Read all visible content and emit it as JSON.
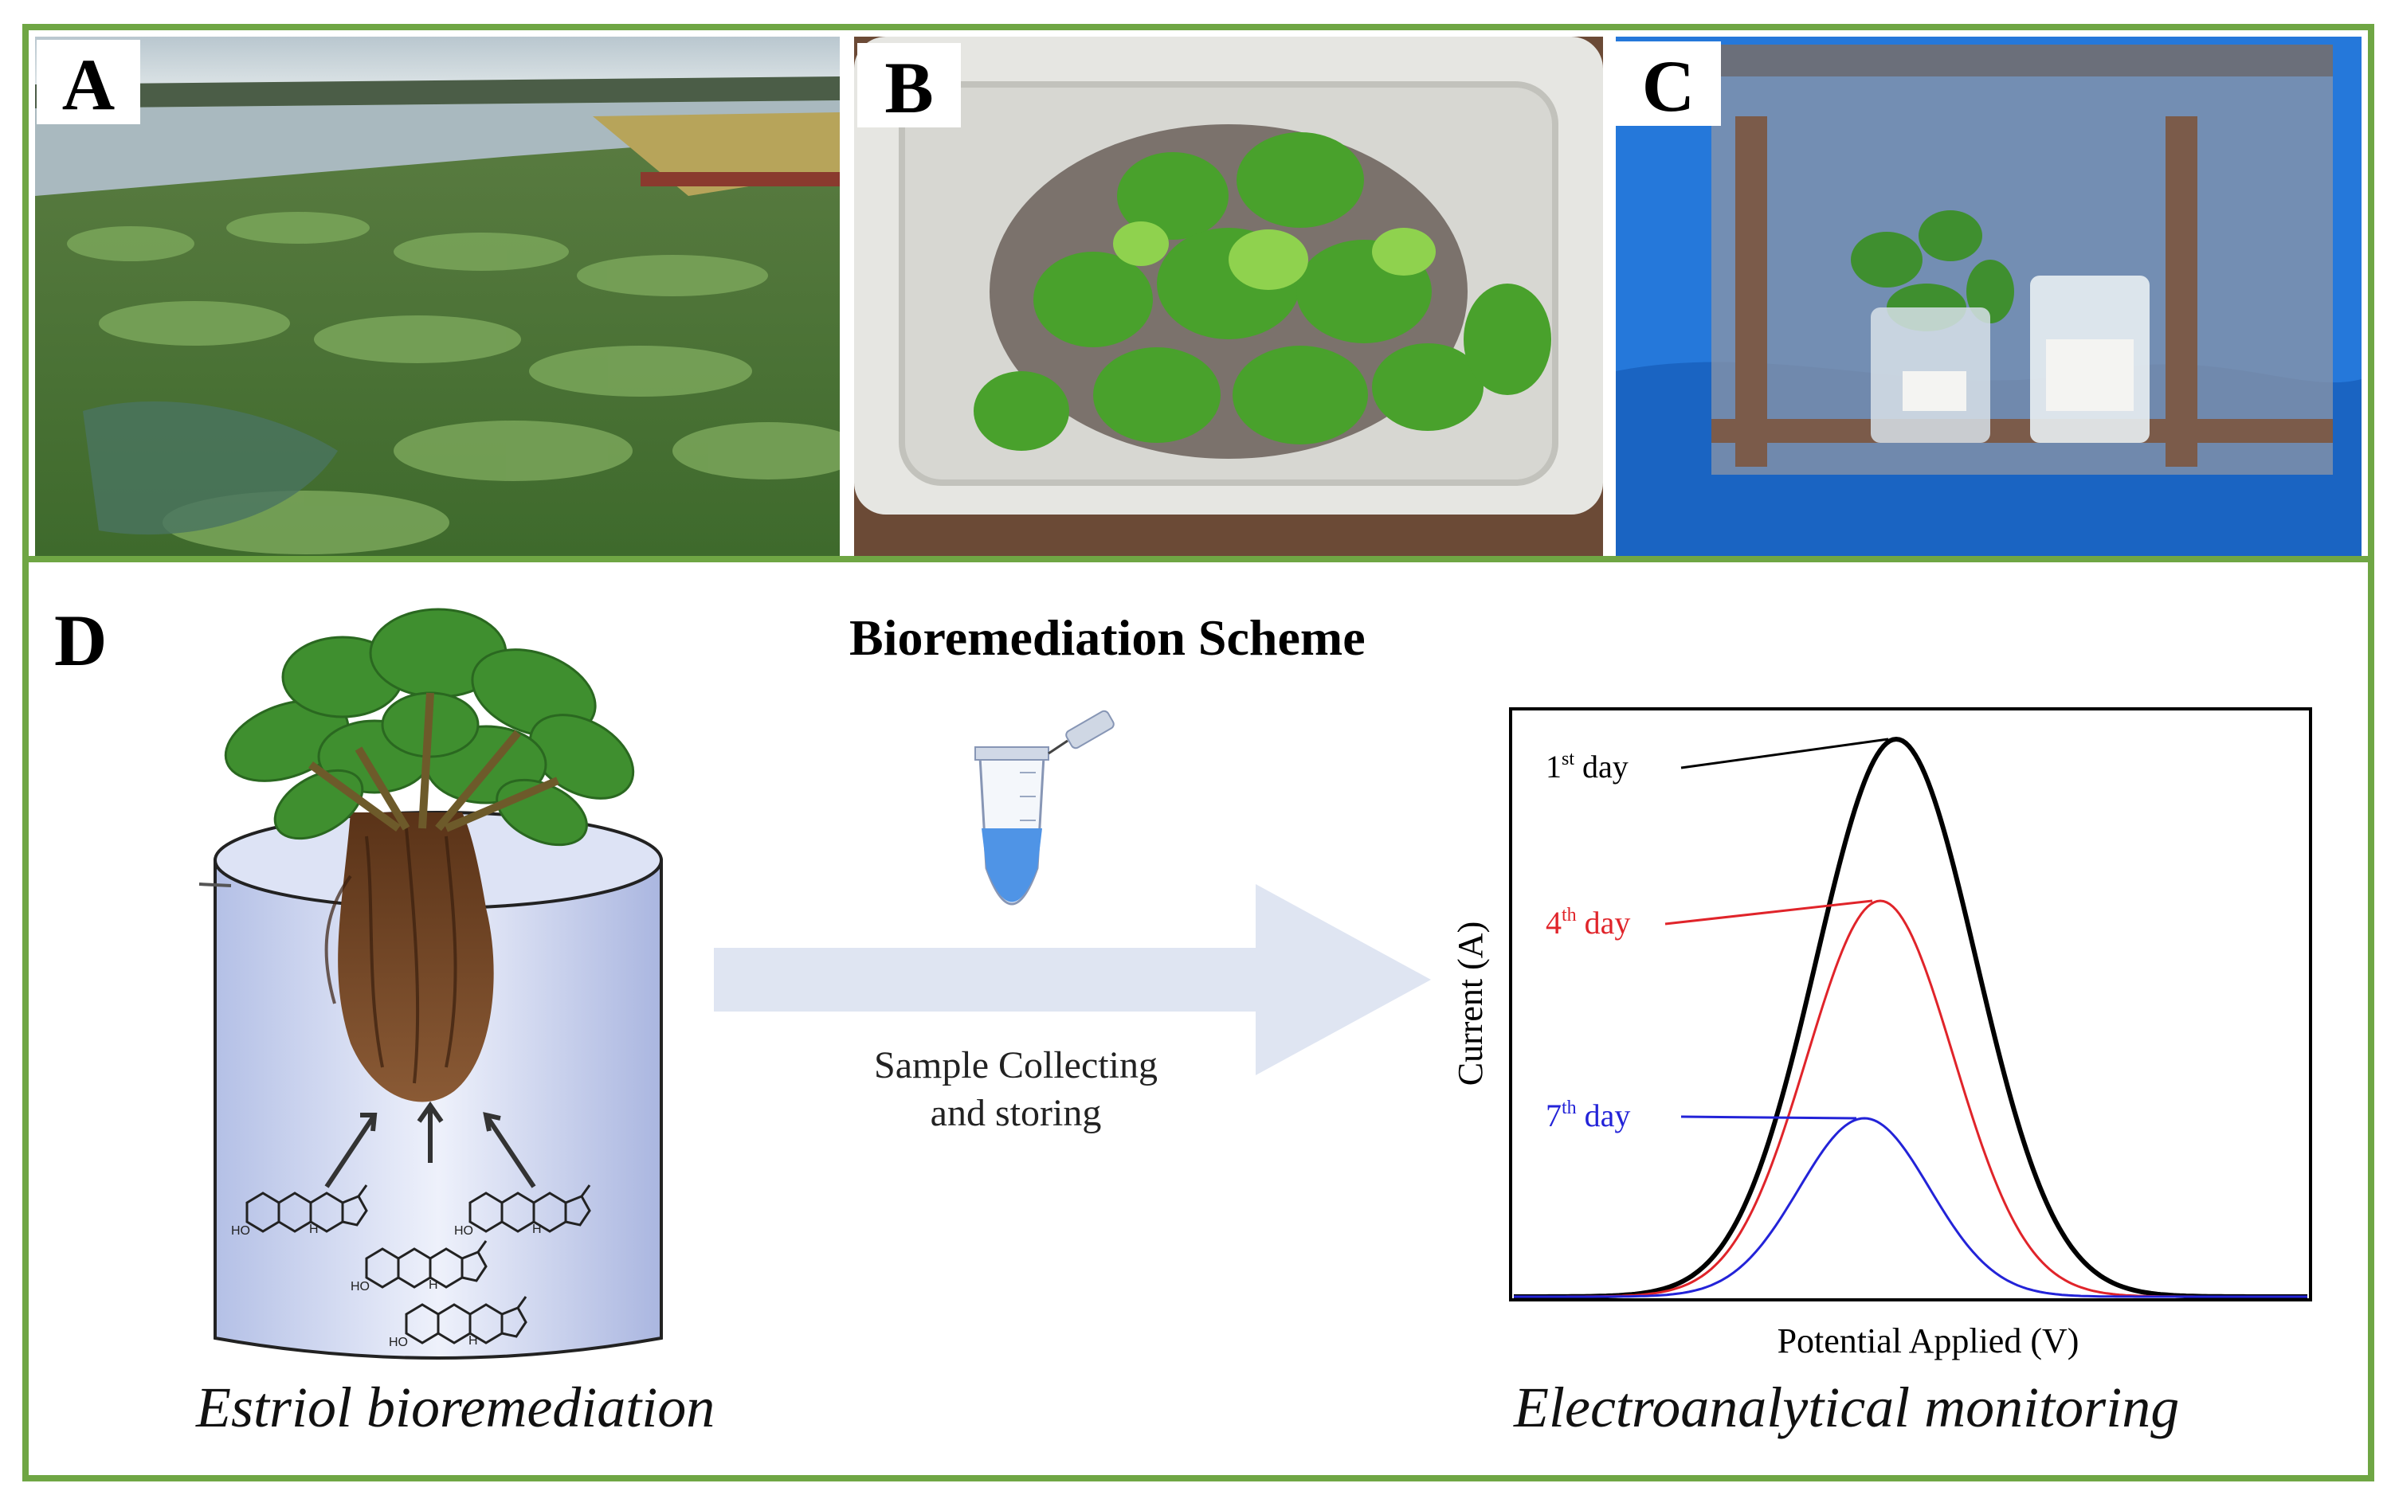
{
  "panels": {
    "a": {
      "label": "A"
    },
    "b": {
      "label": "B"
    },
    "c": {
      "label": "C"
    },
    "d": {
      "label": "D"
    }
  },
  "scheme": {
    "title": "Bioremediation Scheme",
    "arrow_label_line1": "Sample Collecting",
    "arrow_label_line2": "and storing",
    "left_caption": "Estriol bioremediation",
    "right_caption": "Electroanalytical monitoring",
    "molecule_substituent": "HO",
    "molecule_h": "H"
  },
  "chart_data": {
    "type": "line",
    "xlabel": "Potential Applied (V)",
    "ylabel": "Current (A)",
    "series": [
      {
        "name": "1st day",
        "ordinal": "1",
        "suffix": "st",
        "word": "day",
        "color": "#000000",
        "relative_peak": 1.0
      },
      {
        "name": "4th day",
        "ordinal": "4",
        "suffix": "th",
        "word": "day",
        "color": "#e0242a",
        "relative_peak": 0.71
      },
      {
        "name": "7th day",
        "ordinal": "7",
        "suffix": "th",
        "word": "day",
        "color": "#2323d8",
        "relative_peak": 0.32
      }
    ]
  },
  "colors": {
    "frame": "#6fa644",
    "arrow": "#dfe5f2",
    "plant_leaf": "#3f8f2f",
    "root": "#6b3b20",
    "beaker": "#c9d3ee"
  }
}
